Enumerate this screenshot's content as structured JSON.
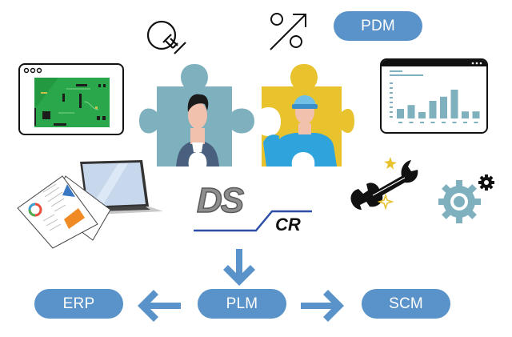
{
  "colors": {
    "pill": "#5a93c9",
    "arrow": "#5a93c9",
    "puzzle_left": "#7fb0be",
    "puzzle_right": "#e8c32e",
    "pcb": "#2aa74a",
    "chart_bars": "#7fb0be",
    "gear": "#7fb0be",
    "logo_line": "#2d4fa8"
  },
  "pills": {
    "pdm": "PDM",
    "erp": "ERP",
    "plm": "PLM",
    "scm": "SCM"
  },
  "logo": {
    "main": "DS",
    "sub": "CR"
  },
  "icons": [
    "lightbulb-icon",
    "percent-growth-icon",
    "pcb-window-icon",
    "bar-chart-window-icon",
    "documents-laptop-icon",
    "wrench-icon",
    "gears-icon"
  ],
  "chart_window_bars": [
    0.3,
    0.42,
    0.2,
    0.55,
    0.68,
    0.9,
    0.22,
    0.22
  ]
}
